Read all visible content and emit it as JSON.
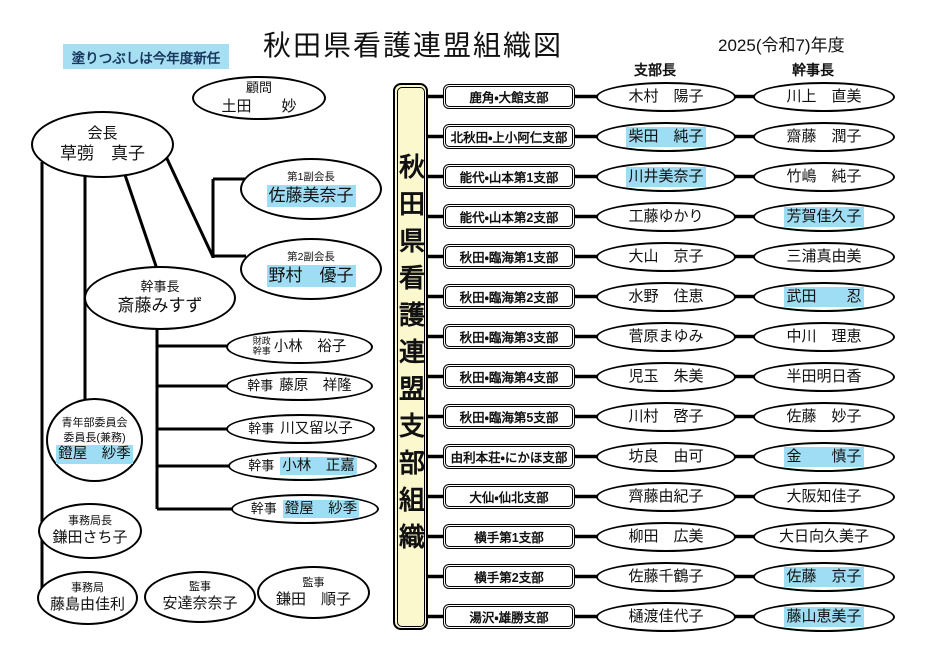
{
  "header": {
    "legend_note": "塗りつぶしは今年度新任",
    "title": "秋田県看護連盟組織図",
    "year": "2025(令和7)年度"
  },
  "org": {
    "advisor": {
      "role": "顧問",
      "name": "土田　　妙",
      "is_new": false
    },
    "president": {
      "role": "会長",
      "name": "草彅　真子",
      "is_new": false
    },
    "vice_president_1": {
      "role": "第1副会長",
      "name": "佐藤美奈子",
      "is_new": true
    },
    "vice_president_2": {
      "role": "第2副会長",
      "name": "野村　優子",
      "is_new": true
    },
    "secretary_general": {
      "role": "幹事長",
      "name": "斎藤みすず",
      "is_new": false
    },
    "officers": [
      {
        "role": "財政\n幹事",
        "name": "小林　裕子",
        "is_new": false
      },
      {
        "role": "幹事",
        "name": "藤原　祥隆",
        "is_new": false
      },
      {
        "role": "幹事",
        "name": "川又留以子",
        "is_new": false
      },
      {
        "role": "幹事",
        "name": "小林　正嘉",
        "is_new": true
      },
      {
        "role": "幹事",
        "name": "鐙屋　紗季",
        "is_new": true
      }
    ],
    "youth_committee": {
      "role_line1": "青年部委員会",
      "role_line2": "委員長(兼務)",
      "name": "鐙屋　紗季",
      "is_new": true
    },
    "office_director": {
      "role": "事務局長",
      "name": "鎌田さち子",
      "is_new": false
    },
    "office_staff": {
      "role": "事務局",
      "name": "藤島由佳利",
      "is_new": false
    },
    "auditor_1": {
      "role": "監事",
      "name": "安達奈奈子",
      "is_new": false
    },
    "auditor_2": {
      "role": "監事",
      "name": "鎌田　順子",
      "is_new": false
    }
  },
  "branches": {
    "vertical_title": "秋田県看護連盟支部組織",
    "chief_header": "支部長",
    "secretary_header": "幹事長",
    "rows": [
      {
        "branch": "鹿角・大館支部",
        "chief": "木村　陽子",
        "chief_new": false,
        "secretary": "川上　直美",
        "secretary_new": false
      },
      {
        "branch": "北秋田・上小阿仁支部",
        "chief": "柴田　純子",
        "chief_new": true,
        "secretary": "齋藤　潤子",
        "secretary_new": false
      },
      {
        "branch": "能代・山本第1支部",
        "chief": "川井美奈子",
        "chief_new": true,
        "secretary": "竹嶋　純子",
        "secretary_new": false
      },
      {
        "branch": "能代・山本第2支部",
        "chief": "工藤ゆかり",
        "chief_new": false,
        "secretary": "芳賀佳久子",
        "secretary_new": true
      },
      {
        "branch": "秋田・臨海第1支部",
        "chief": "大山　京子",
        "chief_new": false,
        "secretary": "三浦真由美",
        "secretary_new": false
      },
      {
        "branch": "秋田・臨海第2支部",
        "chief": "水野　住恵",
        "chief_new": false,
        "secretary": "武田　　忍",
        "secretary_new": true
      },
      {
        "branch": "秋田・臨海第3支部",
        "chief": "菅原まゆみ",
        "chief_new": false,
        "secretary": "中川　理恵",
        "secretary_new": false
      },
      {
        "branch": "秋田・臨海第4支部",
        "chief": "児玉　朱美",
        "chief_new": false,
        "secretary": "半田明日香",
        "secretary_new": false
      },
      {
        "branch": "秋田・臨海第5支部",
        "chief": "川村　啓子",
        "chief_new": false,
        "secretary": "佐藤　妙子",
        "secretary_new": false
      },
      {
        "branch": "由利本荘・にかほ支部",
        "chief": "坊良　由可",
        "chief_new": false,
        "secretary": "金　　慎子",
        "secretary_new": true
      },
      {
        "branch": "大仙・仙北支部",
        "chief": "齊藤由紀子",
        "chief_new": false,
        "secretary": "大阪知佳子",
        "secretary_new": false
      },
      {
        "branch": "横手第1支部",
        "chief": "柳田　広美",
        "chief_new": false,
        "secretary": "大日向久美子",
        "secretary_new": false
      },
      {
        "branch": "横手第2支部",
        "chief": "佐藤千鶴子",
        "chief_new": false,
        "secretary": "佐藤　京子",
        "secretary_new": true
      },
      {
        "branch": "湯沢・雄勝支部",
        "chief": "樋渡佳代子",
        "chief_new": false,
        "secretary": "藤山恵美子",
        "secretary_new": true
      }
    ]
  },
  "colors": {
    "highlight": "#9EDDF3",
    "panel_yellow": "#FBF8CE",
    "legend_bg": "#A6DEF2",
    "legend_text": "#17365D"
  }
}
